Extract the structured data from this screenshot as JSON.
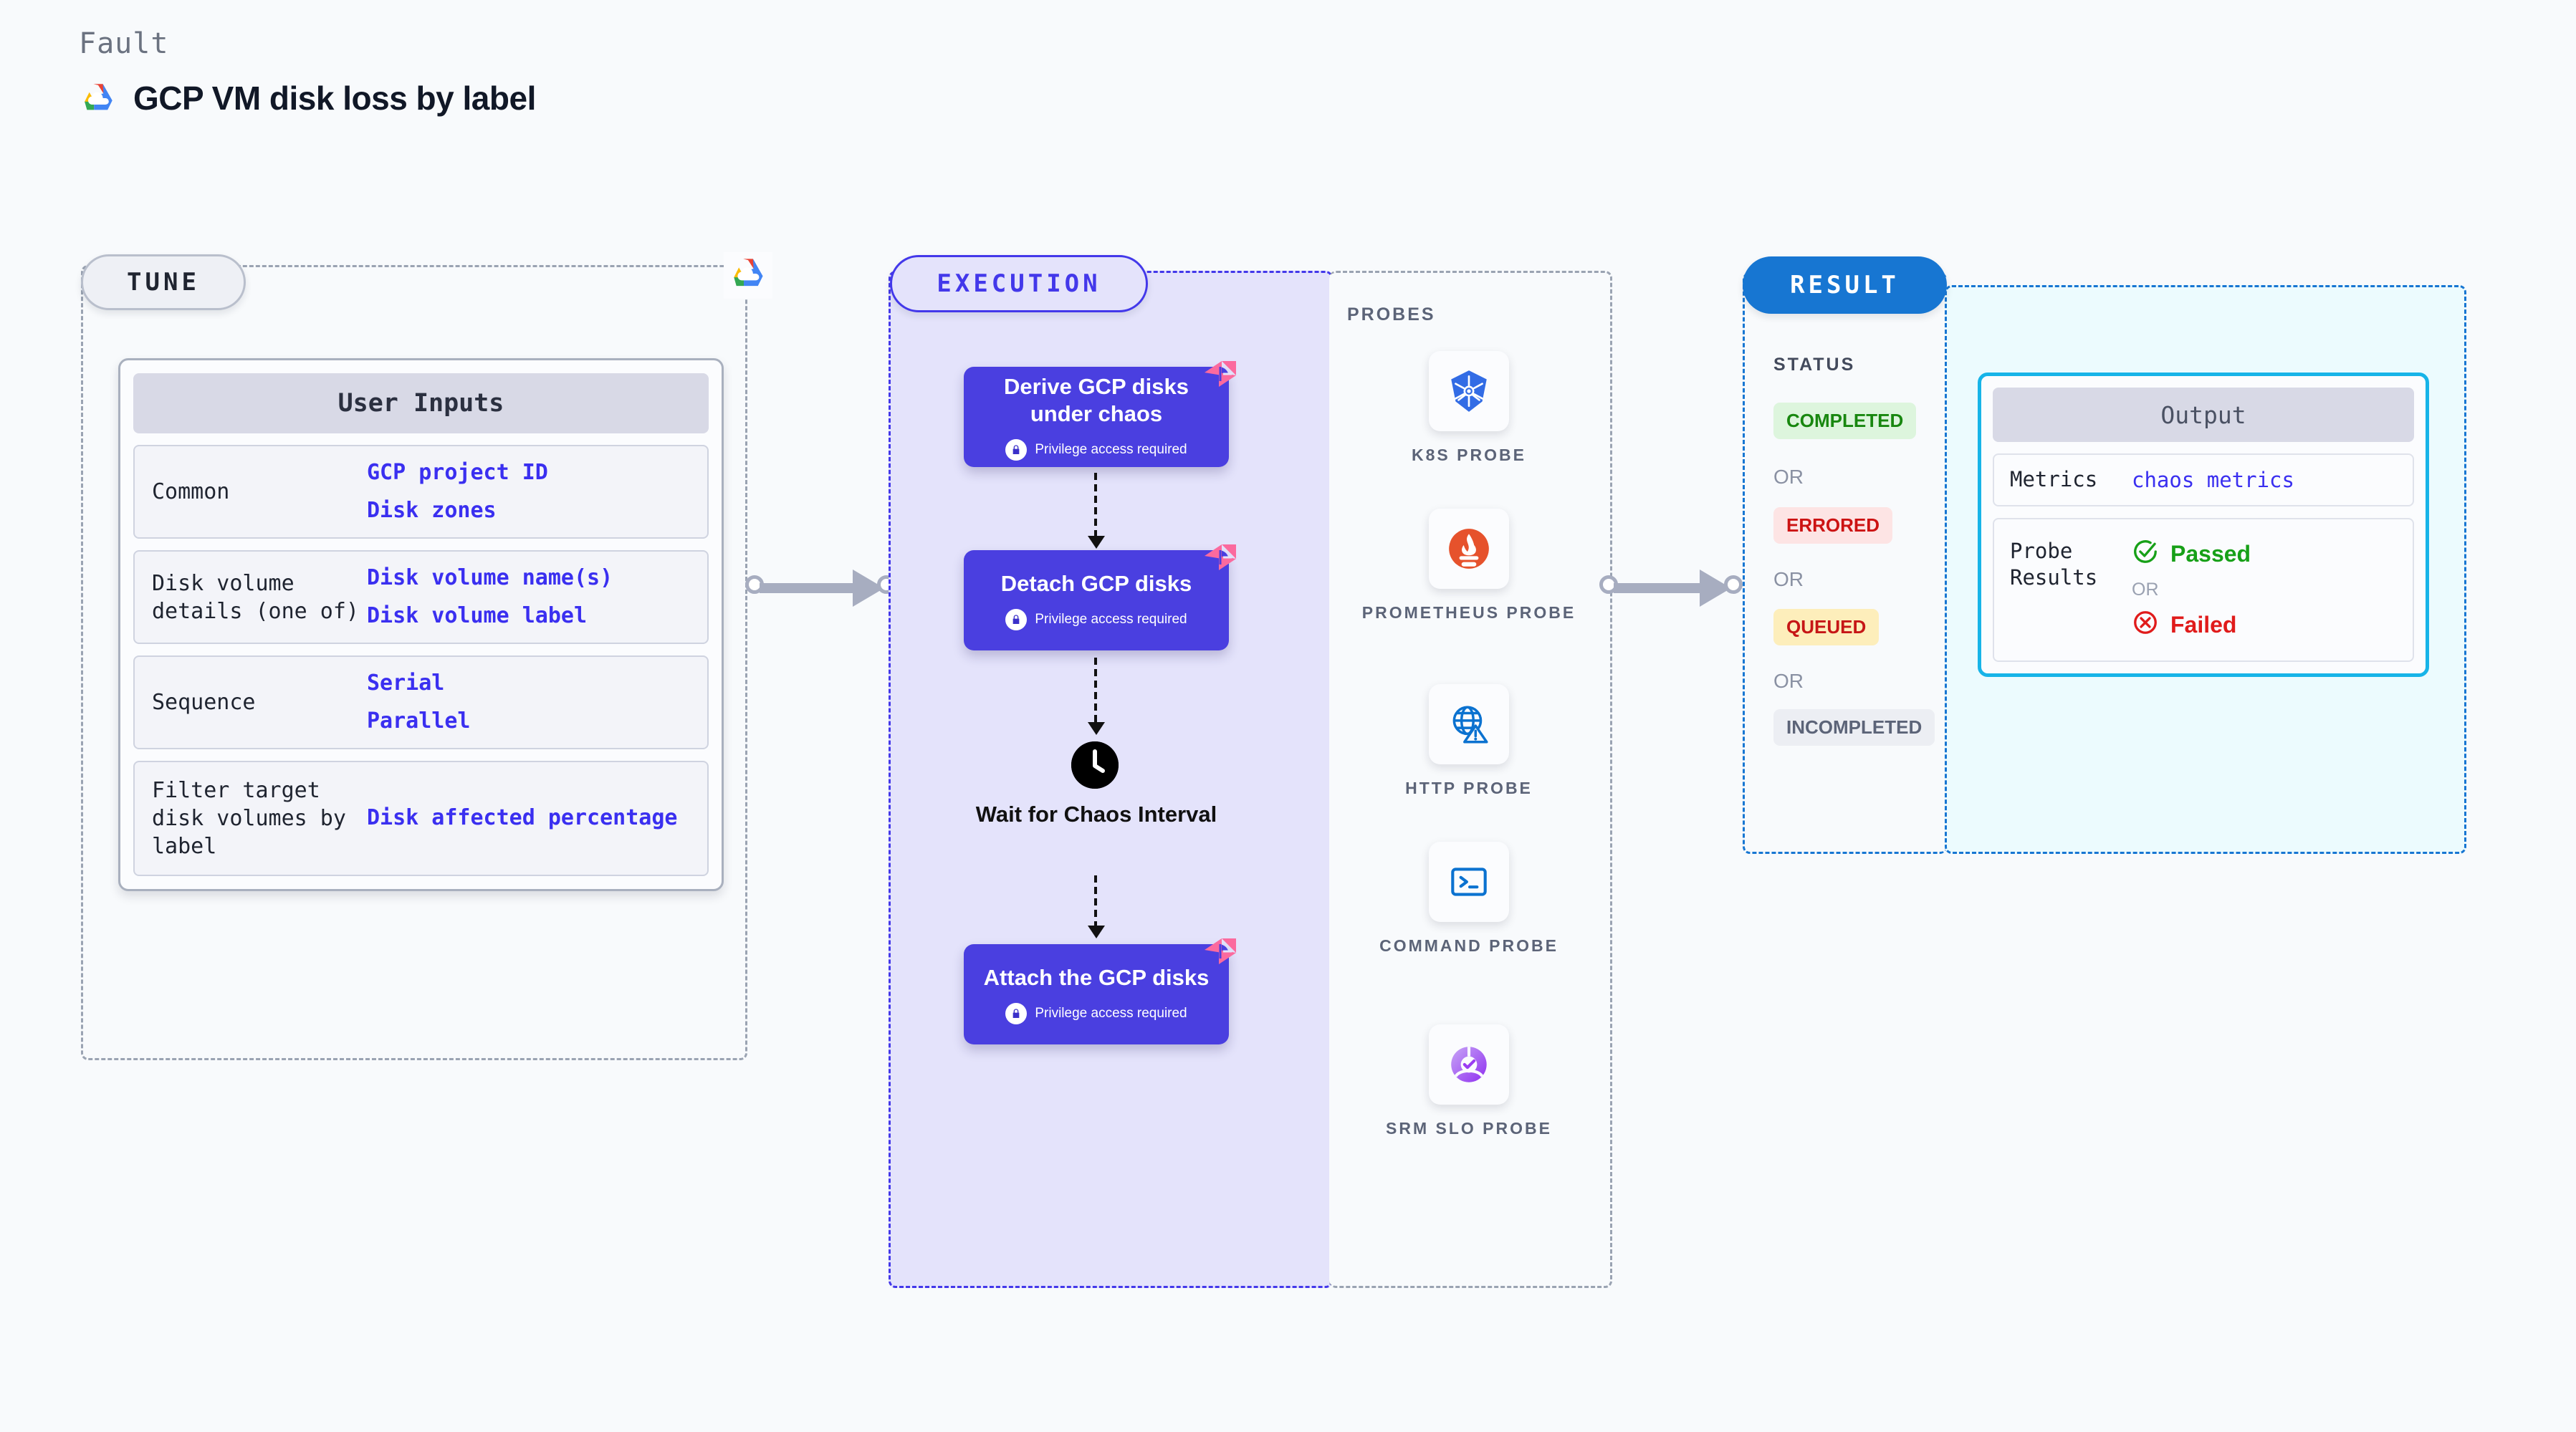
{
  "header": {
    "kicker": "Fault",
    "title": "GCP VM disk loss by label",
    "logo_icon": "gcp-logo-icon"
  },
  "stages": {
    "tune": {
      "badge": "TUNE",
      "logo_icon": "gcp-logo-icon"
    },
    "execution": {
      "badge": "EXECUTION"
    },
    "result": {
      "badge": "RESULT"
    }
  },
  "tune": {
    "card_title": "User Inputs",
    "rows": [
      {
        "label": "Common",
        "values": [
          "GCP project ID",
          "Disk zones"
        ]
      },
      {
        "label": "Disk volume details (one of)",
        "values": [
          "Disk volume name(s)",
          "Disk volume label"
        ]
      },
      {
        "label": "Sequence",
        "values": [
          "Serial",
          "Parallel"
        ]
      },
      {
        "label": "Filter target disk volumes by label",
        "values": [
          "Disk affected percentage"
        ]
      }
    ]
  },
  "execution": {
    "nodes": [
      {
        "title": "Derive GCP disks under chaos",
        "privilege": "Privilege access required",
        "badge_icon": "litmus-chaos-icon",
        "lock_icon": "lock-icon"
      },
      {
        "title": "Detach GCP disks",
        "privilege": "Privilege access required",
        "badge_icon": "litmus-chaos-icon",
        "lock_icon": "lock-icon"
      },
      {
        "title": "Attach the GCP disks",
        "privilege": "Privilege access required",
        "badge_icon": "litmus-chaos-icon",
        "lock_icon": "lock-icon"
      }
    ],
    "wait": {
      "label": "Wait for Chaos Interval",
      "icon": "clock-icon"
    }
  },
  "probes": {
    "title": "PROBES",
    "items": [
      {
        "label": "K8S PROBE",
        "icon": "kubernetes-icon"
      },
      {
        "label": "PROMETHEUS PROBE",
        "icon": "prometheus-icon"
      },
      {
        "label": "HTTP PROBE",
        "icon": "http-globe-warning-icon"
      },
      {
        "label": "COMMAND PROBE",
        "icon": "terminal-icon"
      },
      {
        "label": "SRM SLO PROBE",
        "icon": "srm-slo-icon"
      }
    ]
  },
  "result": {
    "status_title": "STATUS",
    "or_label": "OR",
    "statuses": [
      {
        "label": "COMPLETED",
        "bg": "#ddf5dd",
        "color": "#18870f"
      },
      {
        "label": "ERRORED",
        "bg": "#fde4e4",
        "color": "#cc1313"
      },
      {
        "label": "QUEUED",
        "bg": "#fdeebb",
        "color": "#c61616"
      },
      {
        "label": "INCOMPLETED",
        "bg": "#eceef3",
        "color": "#5c6478"
      }
    ],
    "output": {
      "title": "Output",
      "metrics_label": "Metrics",
      "metrics_value": "chaos metrics",
      "probe_results_label": "Probe Results",
      "passed": "Passed",
      "failed": "Failed",
      "or_label": "OR",
      "passed_icon": "check-circle-icon",
      "failed_icon": "x-circle-icon"
    }
  },
  "colors": {
    "accent_indigo": "#4338ea",
    "node_fill": "#4a3fe0",
    "result_blue": "#1776d2",
    "output_cyan": "#17b4e8",
    "chaos_pink": "#fb6a9e",
    "value_blue": "#3a2ff0"
  }
}
